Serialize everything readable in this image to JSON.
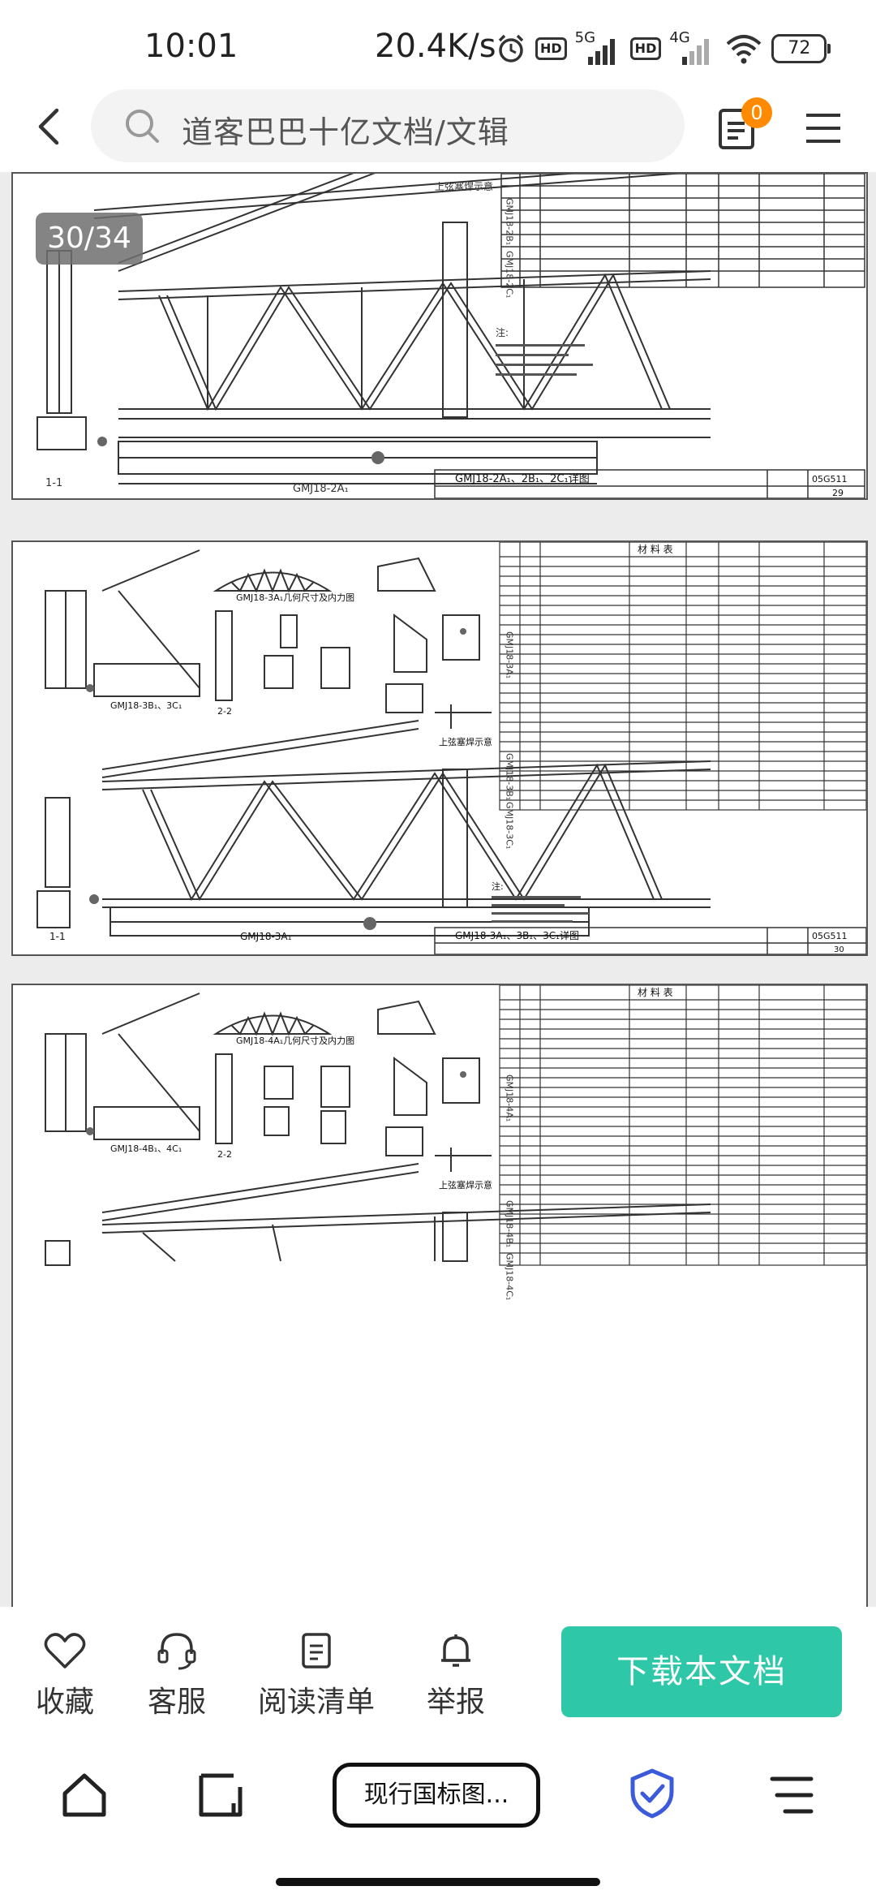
{
  "status_bar": {
    "time": "10:01",
    "net_speed": "20.4K/s",
    "hd_label": "HD",
    "sim1_label": "5G",
    "sim2_label": "4G",
    "battery": "72",
    "icons": [
      "alarm-icon",
      "signal-5g-icon",
      "signal-4g-icon",
      "wifi-icon",
      "battery-icon"
    ]
  },
  "header": {
    "search_placeholder": "道客巴巴十亿文档/文辑",
    "list_badge": "0",
    "accent_color": "#ff8a00"
  },
  "viewer": {
    "page_counter": "30/34",
    "pages": [
      {
        "drawing_label": "GMJ18-2A₁",
        "section_label": "1-1",
        "title_block": "GMJ18-2A₁、2B₁、2C₁详图",
        "atlas_no": "05G511",
        "page_no": "29",
        "note_label": "注:",
        "upper_chord_label": "上弦塞焊示意",
        "table_codes": [
          "GMJ18-2B₁",
          "GMJ18-2C₁"
        ]
      },
      {
        "geometry_caption": "GMJ18-3A₁几何尺寸及内力图",
        "detail_caption": "GMJ18-3B₁、3C₁",
        "section_label_22": "2-2",
        "drawing_label": "GMJ18-3A₁",
        "section_label": "1-1",
        "title_block": "GMJ18-3A₁、3B₁、3C₁详图",
        "atlas_no": "05G511",
        "page_no": "30",
        "table_title": "材 料 表",
        "upper_chord_label": "上弦塞焊示意",
        "note_label": "注:",
        "table_codes": [
          "GMJ18-3A₁",
          "GMJ18-3B₁",
          "GMJ18-3C₁"
        ]
      },
      {
        "geometry_caption": "GMJ18-4A₁几何尺寸及内力图",
        "detail_caption": "GMJ18-4B₁、4C₁",
        "section_label_22": "2-2",
        "table_title": "材 料 表",
        "upper_chord_label": "上弦塞焊示意",
        "table_codes": [
          "GMJ18-4A₁",
          "GMJ18-4B₁",
          "GMJ18-4C₁"
        ]
      }
    ]
  },
  "action_bar": {
    "favorite": "收藏",
    "service": "客服",
    "reading_list": "阅读清单",
    "report": "举报",
    "download": "下载本文档",
    "download_color": "#2ec7a8"
  },
  "nav_bar": {
    "doc_title": "现行国标图...",
    "shield_color": "#3b5bdb"
  }
}
